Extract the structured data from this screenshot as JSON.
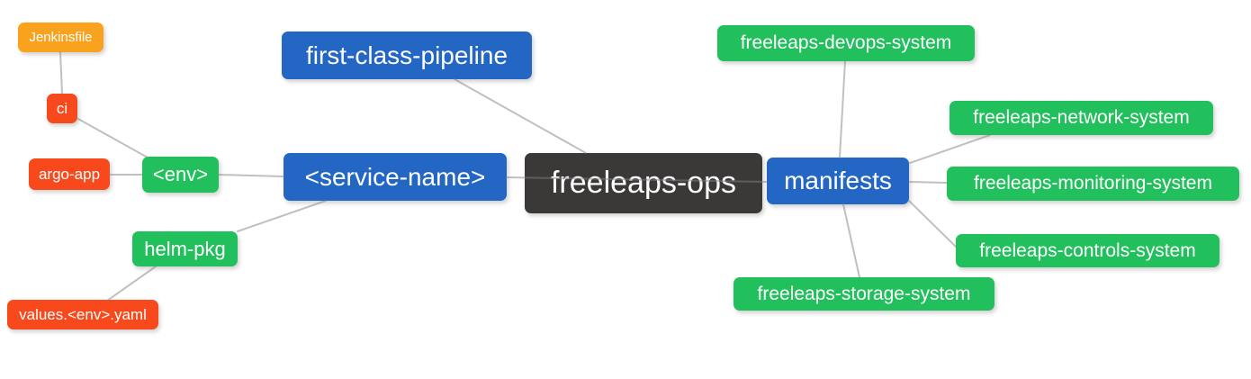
{
  "colors": {
    "background": "#FFFFFF",
    "node_text": "#FFFFFF",
    "dark_node": "#3B3838",
    "blue_node": "#2366C4",
    "green_node": "#21C05C",
    "red_node": "#F8491D",
    "amber_node": "#F9A21E",
    "edge": "#828282"
  },
  "nodes": [
    {
      "id": "jenkinsfile",
      "label": "Jenkinsfile",
      "kind": "amber"
    },
    {
      "id": "ci",
      "label": "ci",
      "kind": "red"
    },
    {
      "id": "argo-app",
      "label": "argo-app",
      "kind": "red"
    },
    {
      "id": "env",
      "label": "<env>",
      "kind": "green"
    },
    {
      "id": "helm-pkg",
      "label": "helm-pkg",
      "kind": "green"
    },
    {
      "id": "values",
      "label": "values.<env>.yaml",
      "kind": "red"
    },
    {
      "id": "fcp",
      "label": "first-class-pipeline",
      "kind": "blue"
    },
    {
      "id": "service",
      "label": "<service-name>",
      "kind": "blue"
    },
    {
      "id": "root",
      "label": "freeleaps-ops",
      "kind": "dark"
    },
    {
      "id": "manifests",
      "label": "manifests",
      "kind": "blue"
    },
    {
      "id": "devops",
      "label": "freeleaps-devops-system",
      "kind": "green"
    },
    {
      "id": "network",
      "label": "freeleaps-network-system",
      "kind": "green"
    },
    {
      "id": "monitoring",
      "label": "freeleaps-monitoring-system",
      "kind": "green"
    },
    {
      "id": "controls",
      "label": "freeleaps-controls-system",
      "kind": "green"
    },
    {
      "id": "storage",
      "label": "freeleaps-storage-system",
      "kind": "green"
    }
  ],
  "edges": [
    {
      "from": "jenkinsfile",
      "to": "ci"
    },
    {
      "from": "ci",
      "to": "env"
    },
    {
      "from": "argo-app",
      "to": "env"
    },
    {
      "from": "env",
      "to": "service"
    },
    {
      "from": "helm-pkg",
      "to": "service"
    },
    {
      "from": "values",
      "to": "helm-pkg"
    },
    {
      "from": "fcp",
      "to": "root"
    },
    {
      "from": "service",
      "to": "root"
    },
    {
      "from": "root",
      "to": "manifests"
    },
    {
      "from": "manifests",
      "to": "devops"
    },
    {
      "from": "manifests",
      "to": "network"
    },
    {
      "from": "manifests",
      "to": "monitoring"
    },
    {
      "from": "manifests",
      "to": "controls"
    },
    {
      "from": "manifests",
      "to": "storage"
    }
  ]
}
